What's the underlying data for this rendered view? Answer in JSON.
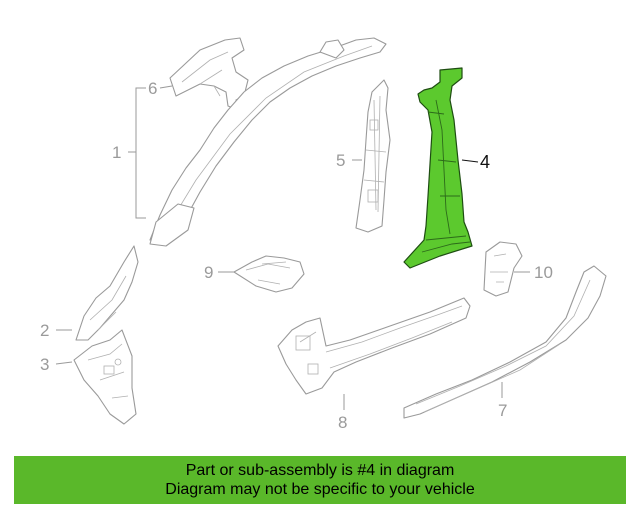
{
  "diagram": {
    "callouts": [
      {
        "id": "1",
        "label": "1"
      },
      {
        "id": "2",
        "label": "2"
      },
      {
        "id": "3",
        "label": "3"
      },
      {
        "id": "4",
        "label": "4"
      },
      {
        "id": "5",
        "label": "5"
      },
      {
        "id": "6",
        "label": "6"
      },
      {
        "id": "7",
        "label": "7"
      },
      {
        "id": "8",
        "label": "8"
      },
      {
        "id": "9",
        "label": "9"
      },
      {
        "id": "10",
        "label": "10"
      }
    ],
    "highlight_part": "4",
    "colors": {
      "highlight_fill": "#5cc92e",
      "line_gray": "#9a9a9a",
      "banner": "#5ab82a"
    }
  },
  "banner": {
    "line1": "Part or sub-assembly is #4 in diagram",
    "line2": "Diagram may not be specific to your vehicle"
  }
}
